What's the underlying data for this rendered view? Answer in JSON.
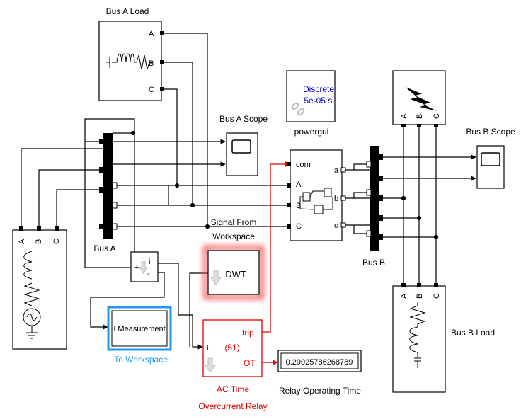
{
  "blocks": {
    "bus_a_load": {
      "label": "Bus A Load",
      "ports": [
        "A",
        "B",
        "C"
      ]
    },
    "bus_a_scope": {
      "label": "Bus A Scope"
    },
    "powergui": {
      "line1": "Discrete",
      "line2": "5e-05 s.",
      "label": "powergui"
    },
    "bus_b_scope": {
      "label": "Bus B Scope"
    },
    "fault": {
      "ports": [
        "A",
        "B",
        "C"
      ]
    },
    "breaker": {
      "port_com": "com",
      "port_A": "A",
      "port_B": "B",
      "port_C": "C",
      "port_a": "a",
      "port_b": "b",
      "port_c": "c"
    },
    "source": {
      "ports": [
        "A",
        "B",
        "C"
      ]
    },
    "bus_a": {
      "label": "Bus A"
    },
    "bus_b": {
      "label": "Bus B"
    },
    "imeas": {
      "port_i": "i",
      "port_plus": "+",
      "port_minus": "-"
    },
    "signal_from_ws": {
      "label_line1": "Signal From",
      "label_line2": "Workspace",
      "text": "DWT"
    },
    "to_workspace": {
      "text": "I Measurement",
      "label": "To Workspace"
    },
    "relay": {
      "port_i": "I",
      "number": "(51)",
      "port_trip": "trip",
      "port_ot": "OT",
      "label_line1": "AC Time",
      "label_line2": "Overcurrent Relay"
    },
    "display": {
      "value": "0.29025786268789",
      "label": "Relay Operating Time"
    },
    "bus_b_load": {
      "label": "Bus B Load",
      "ports": [
        "A",
        "B",
        "C"
      ]
    }
  },
  "colors": {
    "line": "#000000",
    "relay": "#e00000",
    "blue_text": "#0000cc",
    "to_workspace_label": "#2196f3",
    "highlight": "#f05050"
  }
}
